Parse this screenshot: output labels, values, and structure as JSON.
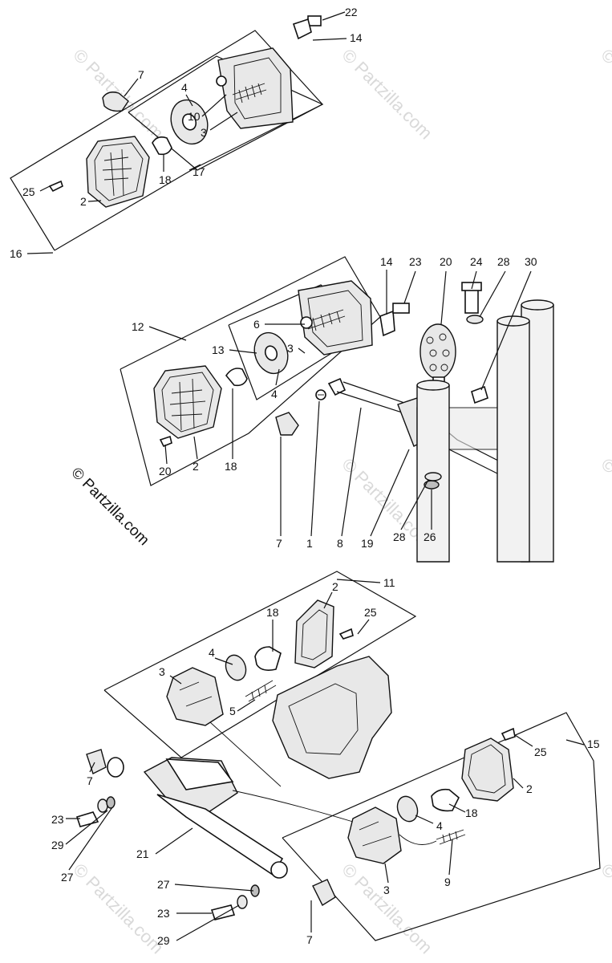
{
  "watermark": {
    "text": "© Partzilla.com",
    "copyright_text": "© Partzilla.com"
  },
  "callouts": {
    "top_assembly": [
      "22",
      "14",
      "7",
      "4",
      "10",
      "3",
      "18",
      "17",
      "25",
      "2",
      "16"
    ],
    "middle_assembly": [
      "14",
      "23",
      "20",
      "24",
      "28",
      "30",
      "12",
      "6",
      "13",
      "3",
      "4",
      "20",
      "2",
      "18",
      "7",
      "1",
      "8",
      "19",
      "28",
      "26"
    ],
    "bottom_left_assembly": [
      "11",
      "2",
      "18",
      "25",
      "4",
      "3",
      "5",
      "7",
      "23",
      "29",
      "27",
      "21"
    ],
    "bottom_right_assembly": [
      "15",
      "25",
      "2",
      "18",
      "4",
      "9",
      "3",
      "27",
      "23",
      "29",
      "7"
    ]
  }
}
